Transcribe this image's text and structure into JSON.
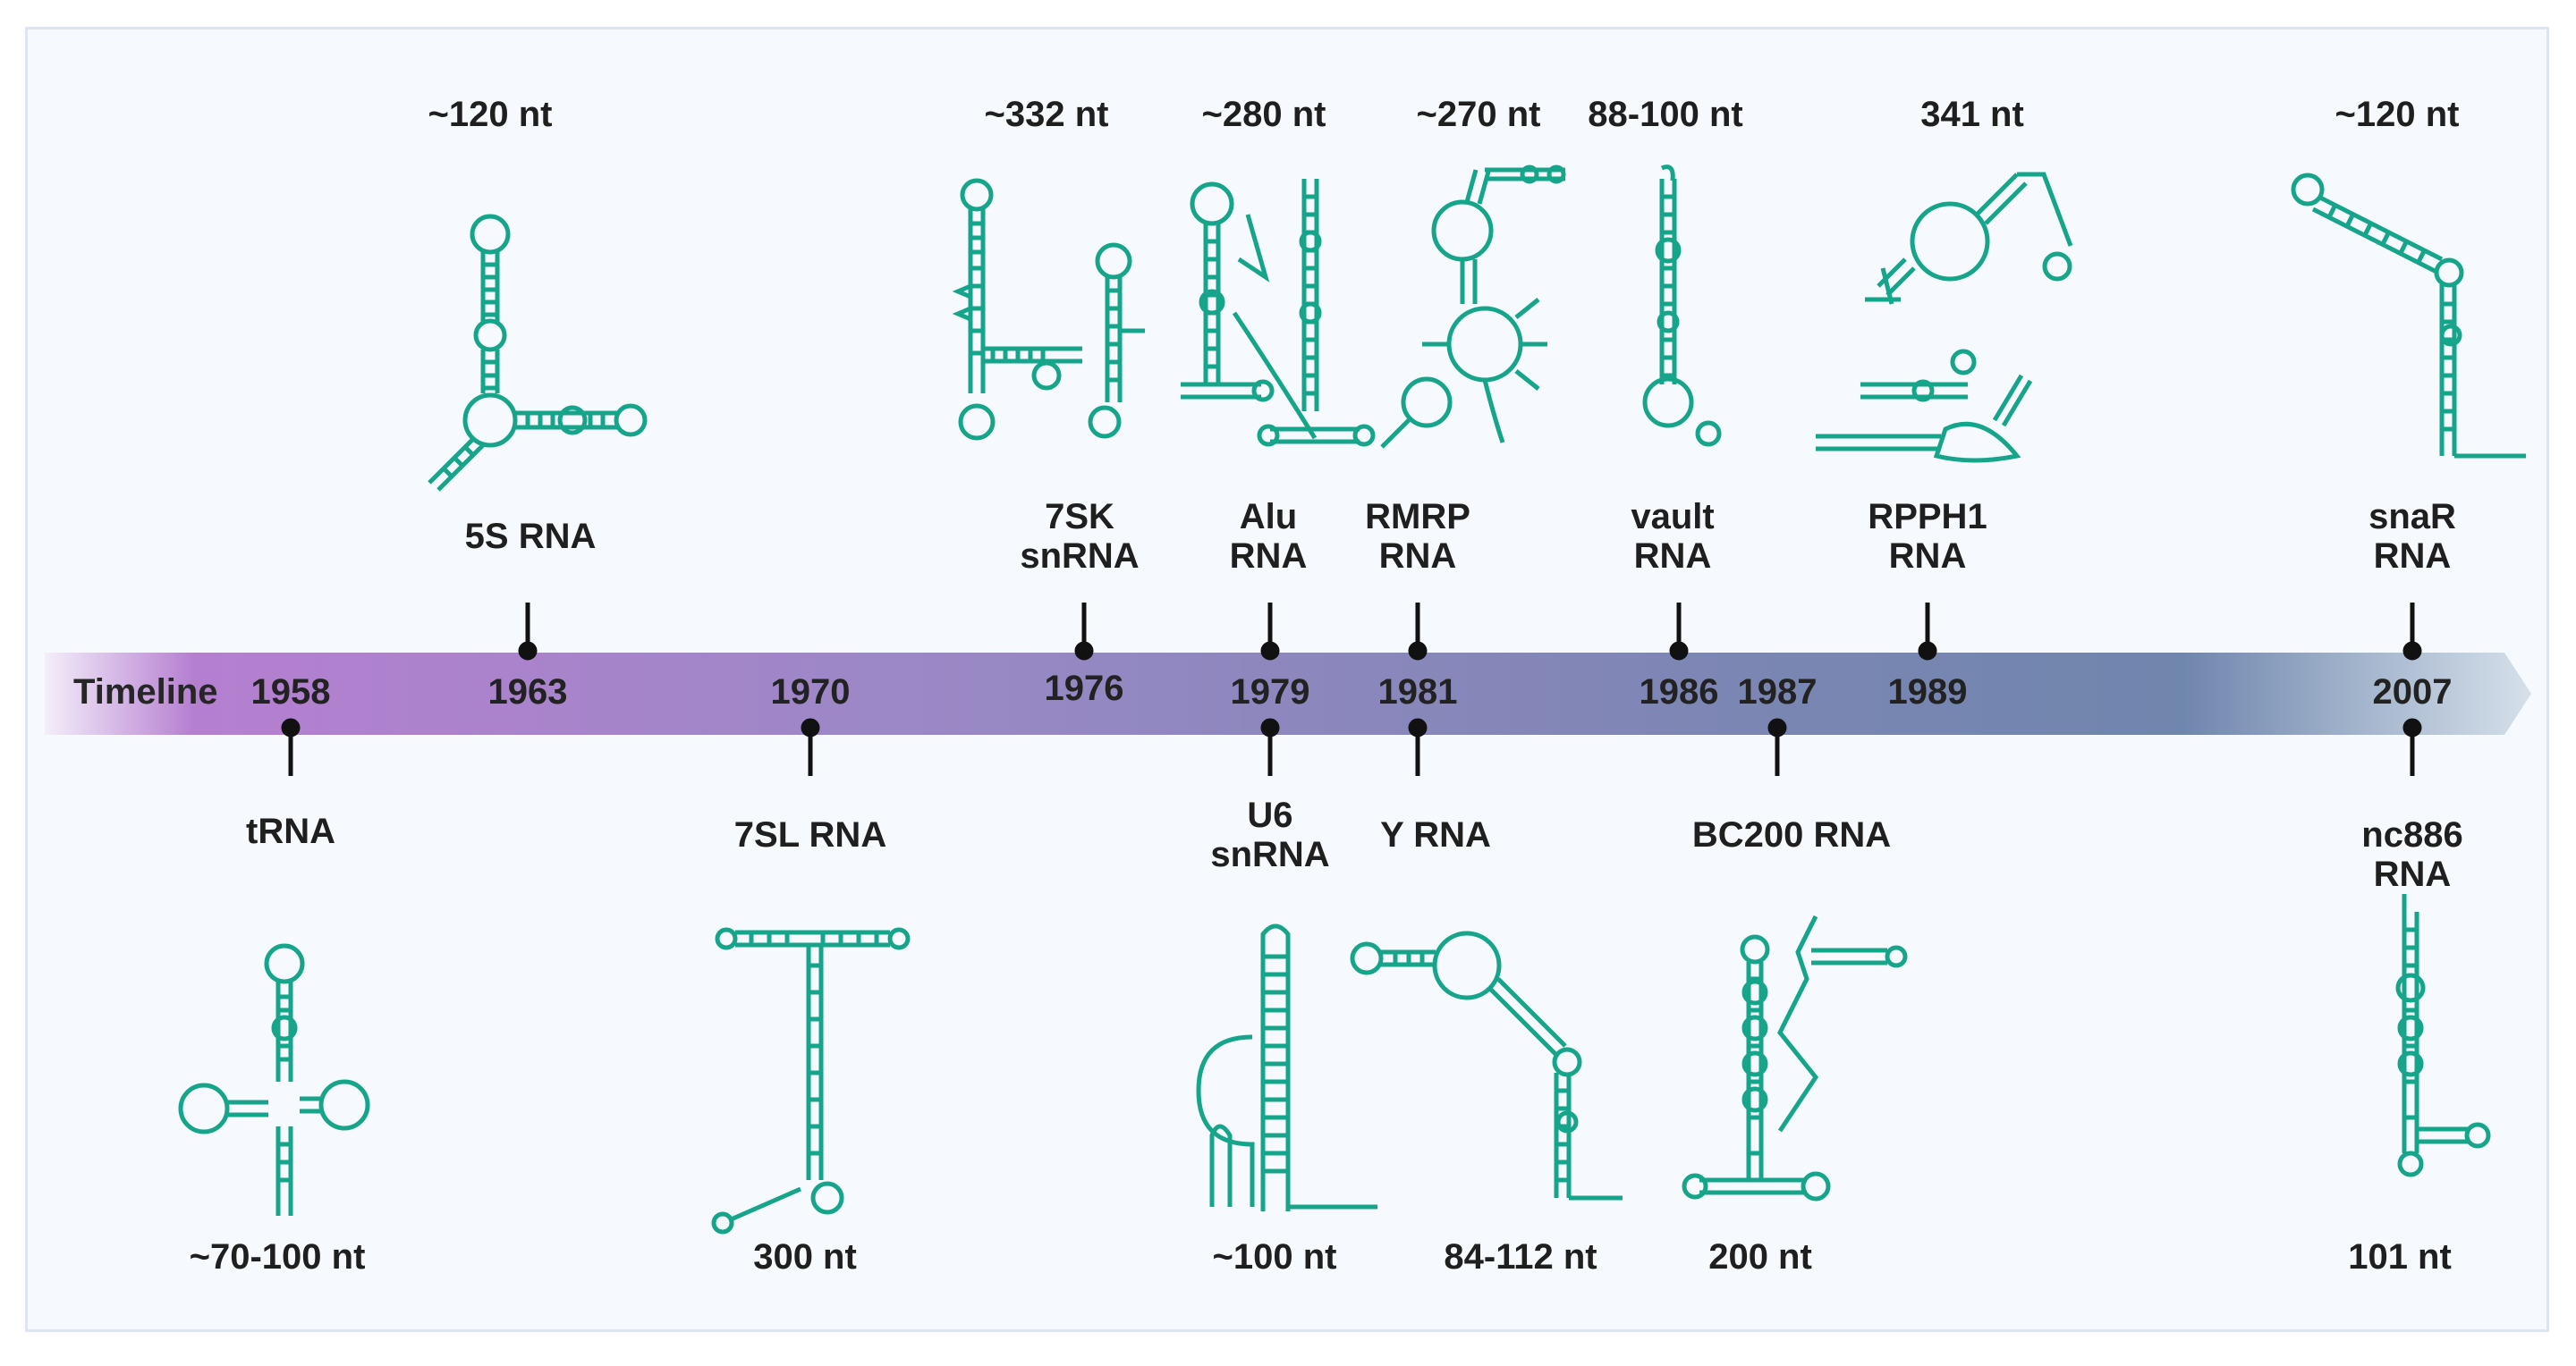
{
  "timeline_label": "Timeline",
  "years": [
    "1958",
    "1963",
    "1970",
    "1976",
    "1979",
    "1981",
    "1986",
    "1987",
    "1989",
    "2007"
  ],
  "top_entries": [
    {
      "name": "5S RNA",
      "length": "~120 nt",
      "year": "1963"
    },
    {
      "name": "7SK\nsnRNA",
      "length": "~332 nt",
      "year": "1976"
    },
    {
      "name": "Alu\nRNA",
      "length": "~280 nt",
      "year": "1979"
    },
    {
      "name": "RMRP\nRNA",
      "length": "~270 nt",
      "year": "1981"
    },
    {
      "name": "vault\nRNA",
      "length": "88-100 nt",
      "year": "1986"
    },
    {
      "name": "RPPH1\nRNA",
      "length": "341 nt",
      "year": "1989"
    },
    {
      "name": "snaR\nRNA",
      "length": "~120 nt",
      "year": "2007"
    }
  ],
  "bottom_entries": [
    {
      "name": "tRNA",
      "length": "~70-100 nt",
      "year": "1958"
    },
    {
      "name": "7SL RNA",
      "length": "300 nt",
      "year": "1970"
    },
    {
      "name": "U6\nsnRNA",
      "length": "~100 nt",
      "year": "1979"
    },
    {
      "name": "Y RNA",
      "length": "84-112 nt",
      "year": "1981"
    },
    {
      "name": "BC200 RNA",
      "length": "200 nt",
      "year": "1987"
    },
    {
      "name": "nc886 RNA",
      "length": "101 nt",
      "year": "2007"
    }
  ],
  "colors": {
    "structure": "#16a58a",
    "arrow_start": "#b57fd0",
    "arrow_mid": "#8f86bd",
    "arrow_end": "#6f86ad",
    "tick": "#111111"
  },
  "icons": [
    "rna-secondary-structure-icon"
  ]
}
